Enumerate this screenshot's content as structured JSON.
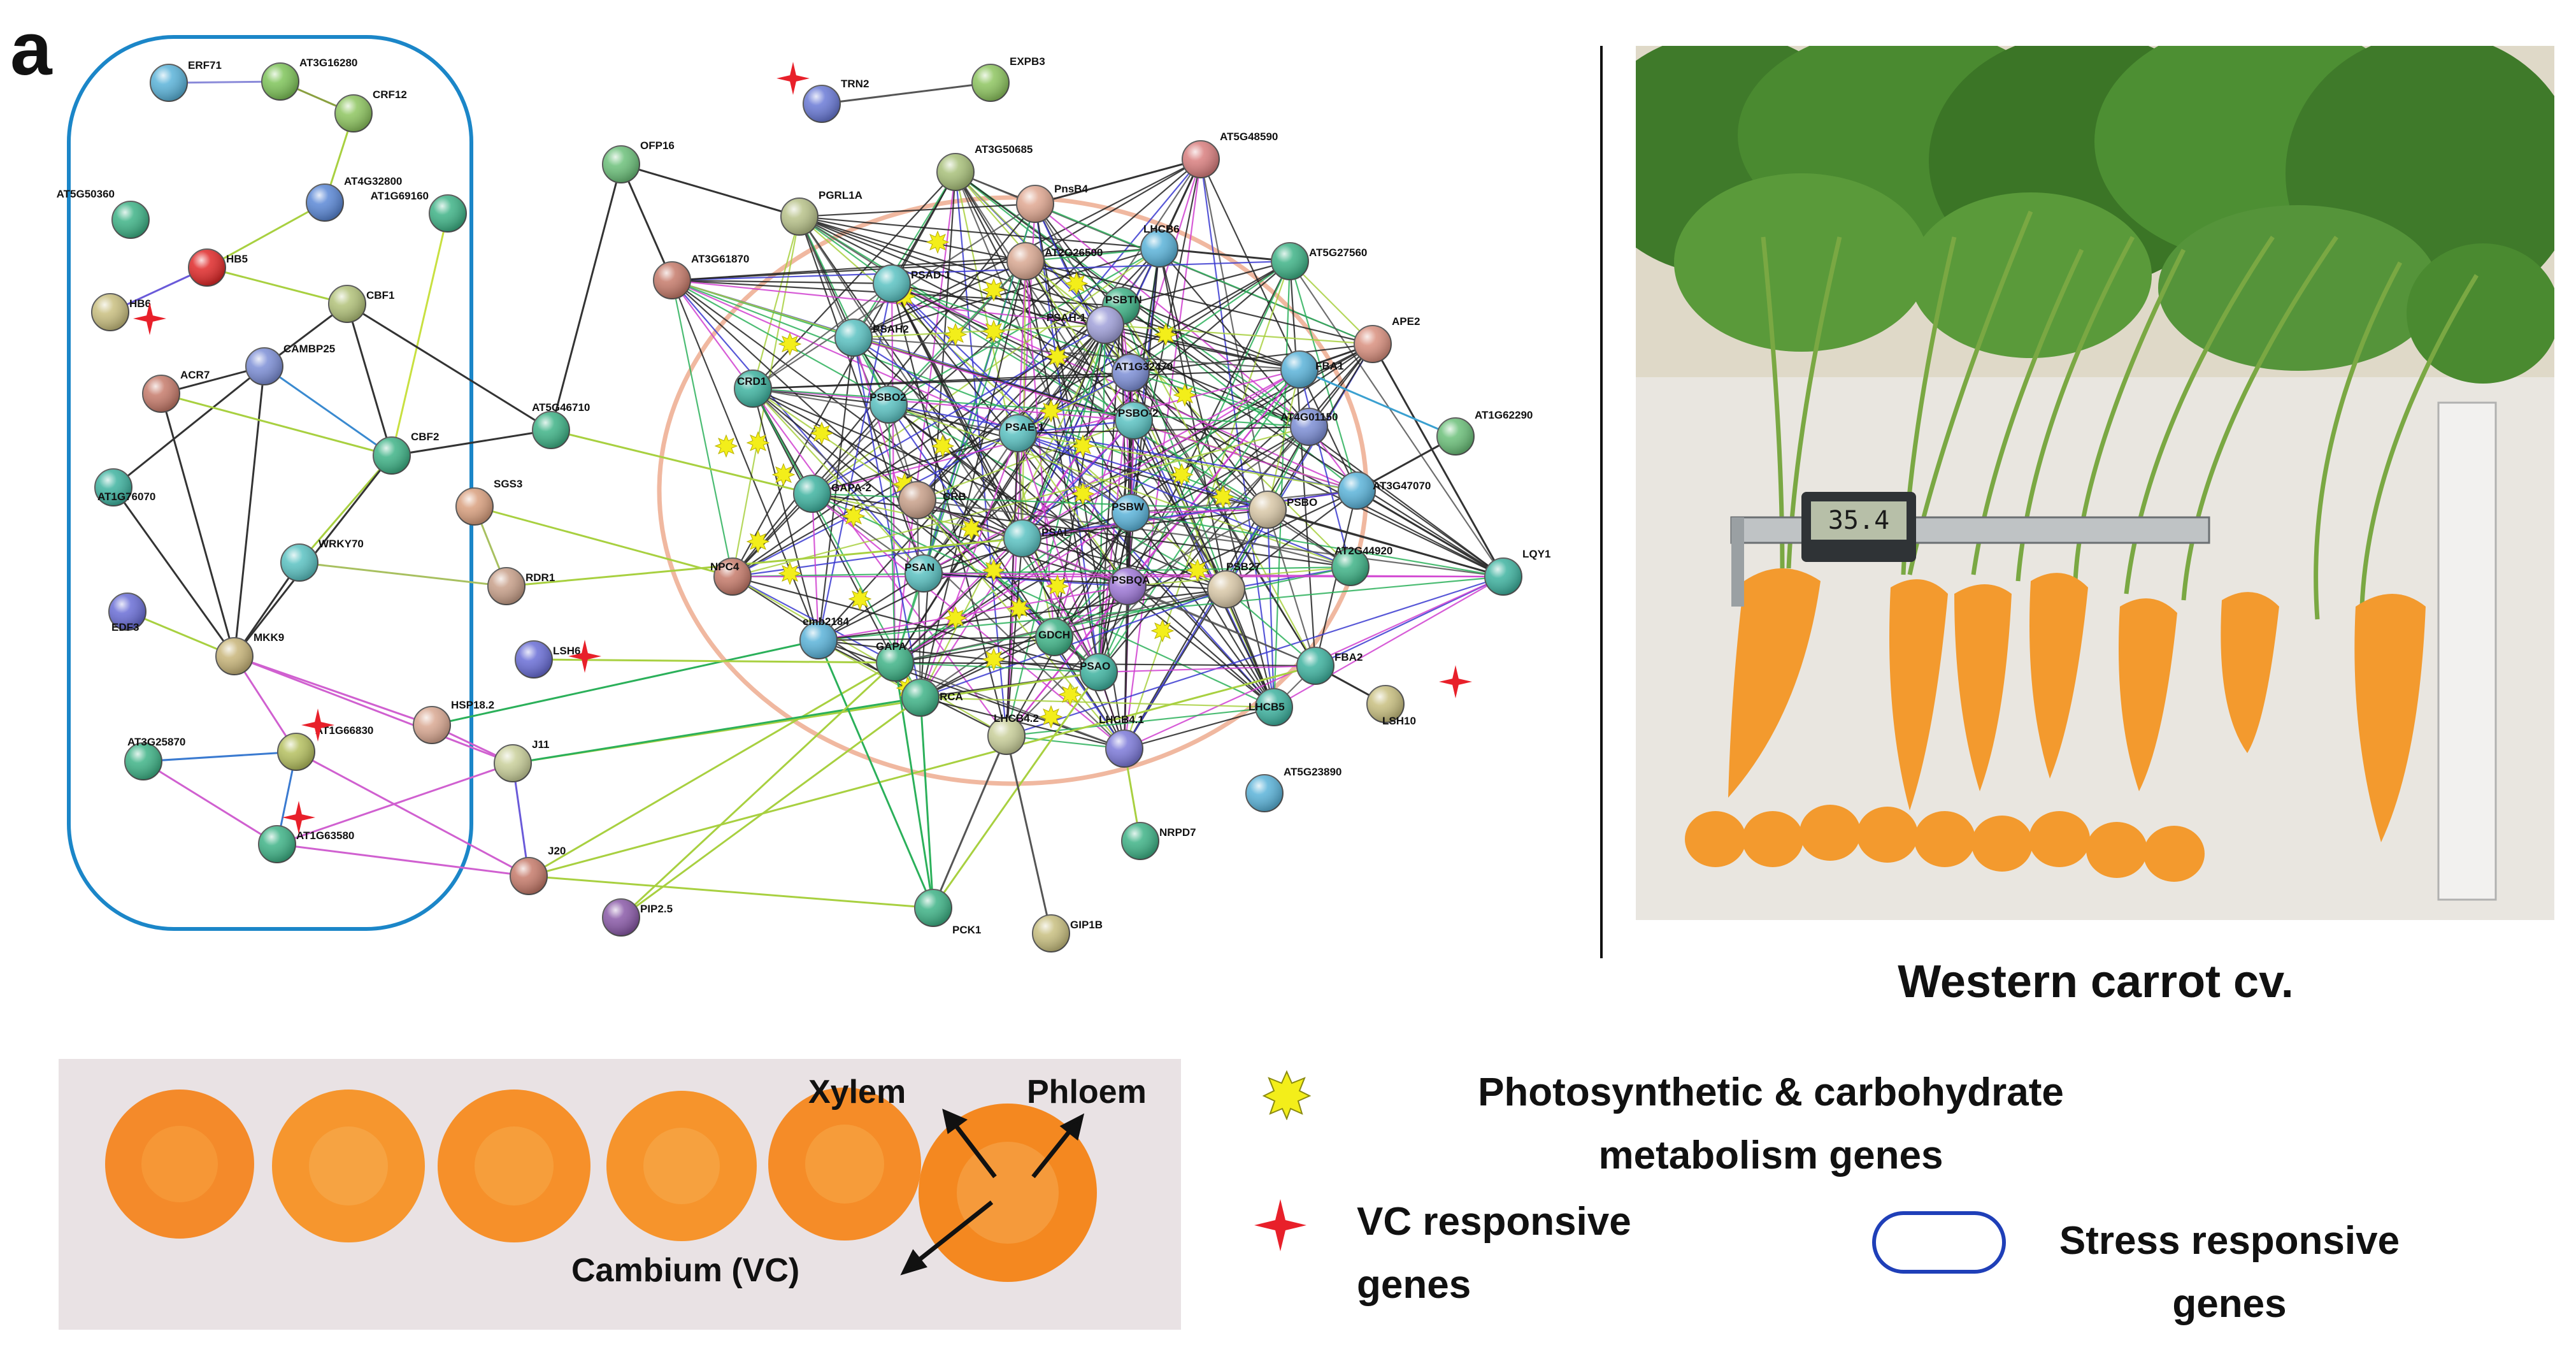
{
  "panel_letter": "a",
  "network": {
    "nodes": [
      {
        "id": "ERF71",
        "label": "ERF71",
        "color": "#5bb3d9"
      },
      {
        "id": "AT3G16280",
        "label": "AT3G16280",
        "color": "#7fc45a"
      },
      {
        "id": "CRF12",
        "label": "CRF12",
        "color": "#8ec560"
      },
      {
        "id": "AT5G50360",
        "label": "AT5G50360",
        "color": "#3fb387"
      },
      {
        "id": "AT4G32800",
        "label": "AT4G32800",
        "color": "#5b88d6"
      },
      {
        "id": "AT1G69160",
        "label": "AT1G69160",
        "color": "#3fb387"
      },
      {
        "id": "HB5",
        "label": "HB5",
        "color": "#e02a2a"
      },
      {
        "id": "HB6",
        "label": "HB6",
        "color": "#c9bf80"
      },
      {
        "id": "CBF1",
        "label": "CBF1",
        "color": "#b2c27a"
      },
      {
        "id": "CAMBP25",
        "label": "CAMBP25",
        "color": "#7d8fd6"
      },
      {
        "id": "ACR7",
        "label": "ACR7",
        "color": "#c67b6b"
      },
      {
        "id": "CBF2",
        "label": "CBF2",
        "color": "#3fb387"
      },
      {
        "id": "AT1G76070",
        "label": "AT1G76070",
        "color": "#3fb3a0"
      },
      {
        "id": "WRKY70",
        "label": "WRKY70",
        "color": "#5bc2c2"
      },
      {
        "id": "EDF3",
        "label": "EDF3",
        "color": "#6a6ed6"
      },
      {
        "id": "MKK9",
        "label": "MKK9",
        "color": "#c8b57a"
      },
      {
        "id": "AT1G66830",
        "label": "AT1G66830",
        "color": "#b5c060"
      },
      {
        "id": "AT3G25870",
        "label": "AT3G25870",
        "color": "#3fb387"
      },
      {
        "id": "AT1G63580",
        "label": "AT1G63580",
        "color": "#3fb387"
      },
      {
        "id": "TRN2",
        "label": "TRN2",
        "color": "#6a7ad6"
      },
      {
        "id": "EXPB3",
        "label": "EXPB3",
        "color": "#8ec560"
      },
      {
        "id": "OFP16",
        "label": "OFP16",
        "color": "#6cc07a"
      },
      {
        "id": "AT3G50685",
        "label": "AT3G50685",
        "color": "#a8c07a"
      },
      {
        "id": "AT5G48590",
        "label": "AT5G48590",
        "color": "#d97f7f"
      },
      {
        "id": "PGRL1A",
        "label": "PGRL1A",
        "color": "#b8c28a"
      },
      {
        "id": "PnsB4",
        "label": "PnsB4",
        "color": "#e0a892"
      },
      {
        "id": "LHCB6",
        "label": "LHCB6",
        "color": "#5bb3d9"
      },
      {
        "id": "AT5G27560",
        "label": "AT5G27560",
        "color": "#3fb387"
      },
      {
        "id": "APE2",
        "label": "APE2",
        "color": "#d9907f"
      },
      {
        "id": "AT3G61870",
        "label": "AT3G61870",
        "color": "#c67b6b"
      },
      {
        "id": "PSAD-1",
        "label": "PSAD-1",
        "color": "#5bc2c2"
      },
      {
        "id": "AT2G26500",
        "label": "AT2G26500",
        "color": "#d9a892"
      },
      {
        "id": "PSBTN",
        "label": "PSBTN",
        "color": "#3fb387"
      },
      {
        "id": "AT1G62290",
        "label": "AT1G62290",
        "color": "#6cc07a"
      },
      {
        "id": "AT5G46710",
        "label": "AT5G46710",
        "color": "#3fb387"
      },
      {
        "id": "SGS3",
        "label": "SGS3",
        "color": "#d9a07f"
      },
      {
        "id": "PSAH2",
        "label": "PSAH2",
        "color": "#5bc2c2"
      },
      {
        "id": "PSAH-1",
        "label": "PSAH-1",
        "color": "#a0a0d9"
      },
      {
        "id": "AT1G32470",
        "label": "AT1G32470",
        "color": "#7d8fd6"
      },
      {
        "id": "FBA1",
        "label": "FBA1",
        "color": "#5bb3d9"
      },
      {
        "id": "CRD1",
        "label": "CRD1",
        "color": "#3fb3a0"
      },
      {
        "id": "PSBO2",
        "label": "PSBO2",
        "color": "#5bc2c2"
      },
      {
        "id": "PSBO-2",
        "label": "PSBO-2",
        "color": "#5bc2c2"
      },
      {
        "id": "AT4G01150",
        "label": "AT4G01150",
        "color": "#7d8fd6"
      },
      {
        "id": "PSAE-1",
        "label": "PSAE-1",
        "color": "#5bc2c2"
      },
      {
        "id": "AT3G47070",
        "label": "AT3G47070",
        "color": "#5bb3d9"
      },
      {
        "id": "GAPA-2",
        "label": "GAPA-2",
        "color": "#3fb3a0"
      },
      {
        "id": "CRB",
        "label": "CRB",
        "color": "#c8a08a"
      },
      {
        "id": "PSBW",
        "label": "PSBW",
        "color": "#5bb3d9"
      },
      {
        "id": "PSBO",
        "label": "PSBO",
        "color": "#d9c8a8"
      },
      {
        "id": "PSAL",
        "label": "PSAL",
        "color": "#5bc2c2"
      },
      {
        "id": "AT2G44920",
        "label": "AT2G44920",
        "color": "#3fb387"
      },
      {
        "id": "LQY1",
        "label": "LQY1",
        "color": "#3fb3a0"
      },
      {
        "id": "PSAN",
        "label": "PSAN",
        "color": "#5bc2c2"
      },
      {
        "id": "NPC4",
        "label": "NPC4",
        "color": "#c67b6b"
      },
      {
        "id": "PSBQA",
        "label": "PSBQA",
        "color": "#a07ad9"
      },
      {
        "id": "PSB27",
        "label": "PSB27",
        "color": "#d9c8a8"
      },
      {
        "id": "RDR1",
        "label": "RDR1",
        "color": "#c8a08a"
      },
      {
        "id": "LSH6",
        "label": "LSH6",
        "color": "#6a6ed6"
      },
      {
        "id": "emb2184",
        "label": "emb2184",
        "color": "#5bb3d9"
      },
      {
        "id": "GDCH",
        "label": "GDCH",
        "color": "#3fb387"
      },
      {
        "id": "GAPA",
        "label": "GAPA",
        "color": "#3fb387"
      },
      {
        "id": "PSAO",
        "label": "PSAO",
        "color": "#3fb3a0"
      },
      {
        "id": "LHCB5",
        "label": "LHCB5",
        "color": "#3fb3a0"
      },
      {
        "id": "FBA2",
        "label": "FBA2",
        "color": "#3fb3a0"
      },
      {
        "id": "LSH10",
        "label": "LSH10",
        "color": "#c8bf80"
      },
      {
        "id": "RCA",
        "label": "RCA",
        "color": "#3fb387"
      },
      {
        "id": "LHCB4.2",
        "label": "LHCB4.2",
        "color": "#c9cf9a"
      },
      {
        "id": "LHCB4.1",
        "label": "LHCB4.1",
        "color": "#7d7ad9"
      },
      {
        "id": "HSP18.2",
        "label": "HSP18.2",
        "color": "#d9a892"
      },
      {
        "id": "J11",
        "label": "J11",
        "color": "#c9cf9a"
      },
      {
        "id": "AT5G23890",
        "label": "AT5G23890",
        "color": "#5bb3d9"
      },
      {
        "id": "NRPD7",
        "label": "NRPD7",
        "color": "#3fb387"
      },
      {
        "id": "J20",
        "label": "J20",
        "color": "#c67b6b"
      },
      {
        "id": "PIP2.5",
        "label": "PIP2.5",
        "color": "#8a5aa8"
      },
      {
        "id": "PCK1",
        "label": "PCK1",
        "color": "#3fb387"
      },
      {
        "id": "GIP1B",
        "label": "GIP1B",
        "color": "#c8bf80"
      }
    ],
    "photosynthetic_marker_count": 36,
    "vc_responsive_nodes": [
      "TRN2",
      "HB6",
      "LSH6",
      "LSH10",
      "AT1G66830",
      "AT1G63580"
    ]
  },
  "right_photo": {
    "caliper_reading": "35.4",
    "caption": "Western carrot cv."
  },
  "slices_photo": {
    "labels": {
      "xylem": "Xylem",
      "phloem": "Phloem",
      "cambium": "Cambium (VC)"
    }
  },
  "legend": {
    "photosynthetic_line1": "Photosynthetic & carbohydrate",
    "photosynthetic_line2": "metabolism genes",
    "vc_line1": "VC responsive",
    "vc_line2": "genes",
    "stress_line1": "Stress responsive",
    "stress_line2": "genes"
  },
  "colors": {
    "stress_outline": "#1b86c8",
    "cluster_outline": "#f0b8a0",
    "star_yellow": "#f3ee1a",
    "vc_red": "#e8202a"
  }
}
